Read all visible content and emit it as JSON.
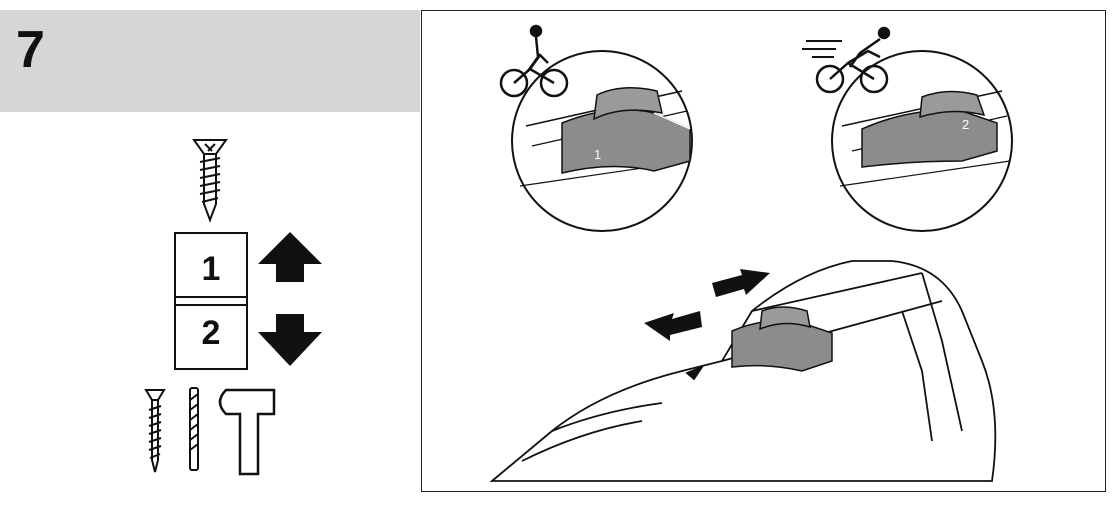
{
  "step": {
    "number": "7"
  },
  "gears": [
    {
      "label": "1",
      "direction": "up",
      "use": "screwdriving"
    },
    {
      "label": "2",
      "direction": "down",
      "use": "drilling"
    }
  ],
  "figure": {
    "speed_icons": [
      "slow-cyclist-icon",
      "fast-cyclist-icon"
    ],
    "switch_marks": [
      "1",
      "2"
    ],
    "arrows": [
      "slide-right-arrow",
      "slide-left-arrow"
    ]
  },
  "colors": {
    "header_bg": "#d6d6d6",
    "switch_gray": "#8c8c8c",
    "ink": "#111111"
  }
}
